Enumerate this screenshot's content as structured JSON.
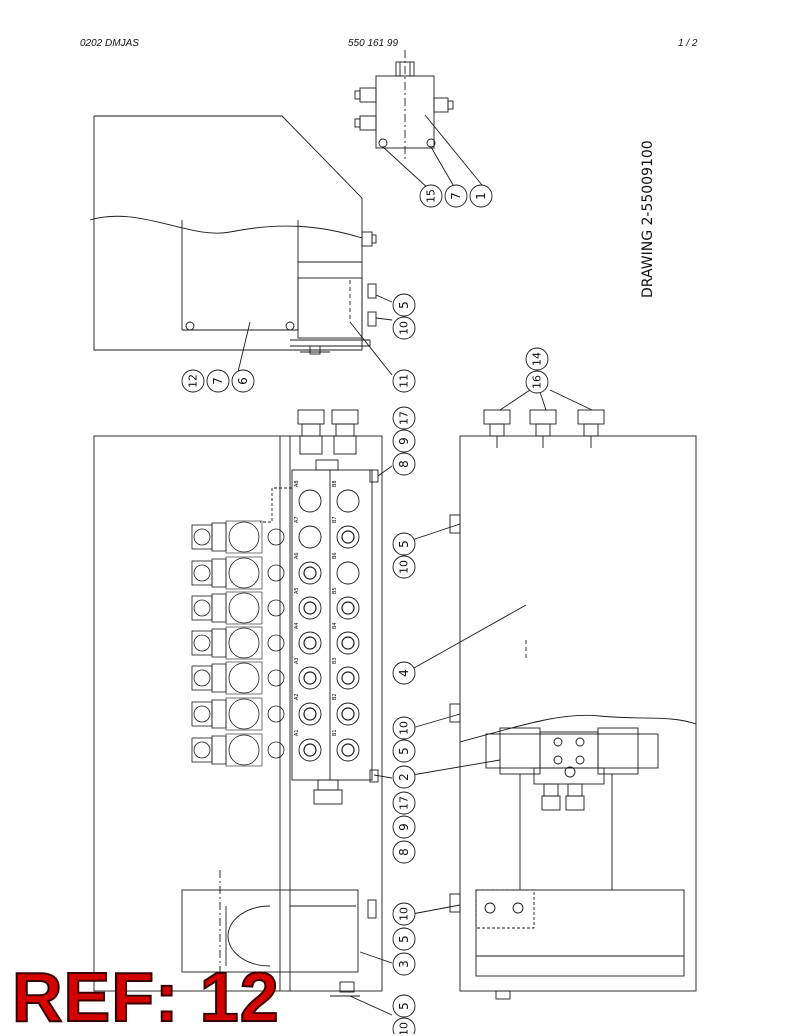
{
  "header": {
    "left": "0202 DMJAS",
    "center": "550 161 99",
    "right": "1 /  2"
  },
  "drawing_title": "DRAWING  2-55009100",
  "ref_label": "REF: 12",
  "callouts": {
    "c_15_7_1": [
      "15",
      "7",
      "1"
    ],
    "c_5_10_top": [
      "5",
      "10"
    ],
    "c_11": [
      "11"
    ],
    "c_12_7_6": [
      "12",
      "7",
      "6"
    ],
    "c_14_16": [
      "14",
      "16"
    ],
    "c_17_top": [
      "17"
    ],
    "c_9_top": [
      "9"
    ],
    "c_8_top": [
      "8"
    ],
    "c_5_10_a": [
      "5",
      "10"
    ],
    "c_4": [
      "4"
    ],
    "c_10_b": [
      "10"
    ],
    "c_5_b": [
      "5"
    ],
    "c_2": [
      "2"
    ],
    "c_17_b": [
      "17"
    ],
    "c_9_b": [
      "9"
    ],
    "c_8_b": [
      "8"
    ],
    "c_10_c": [
      "10"
    ],
    "c_5_c": [
      "5"
    ],
    "c_3": [
      "3"
    ],
    "c_5_10_d": [
      "5",
      "10"
    ]
  },
  "valve_labels_a": [
    "A8",
    "A7",
    "A6",
    "A5",
    "A4",
    "A3",
    "A2",
    "A1"
  ],
  "valve_labels_b": [
    "B8",
    "B7",
    "B6",
    "B5",
    "B4",
    "B3",
    "B2",
    "B1"
  ],
  "colors": {
    "line": "#1a1a1a",
    "ref": "#d40000"
  }
}
